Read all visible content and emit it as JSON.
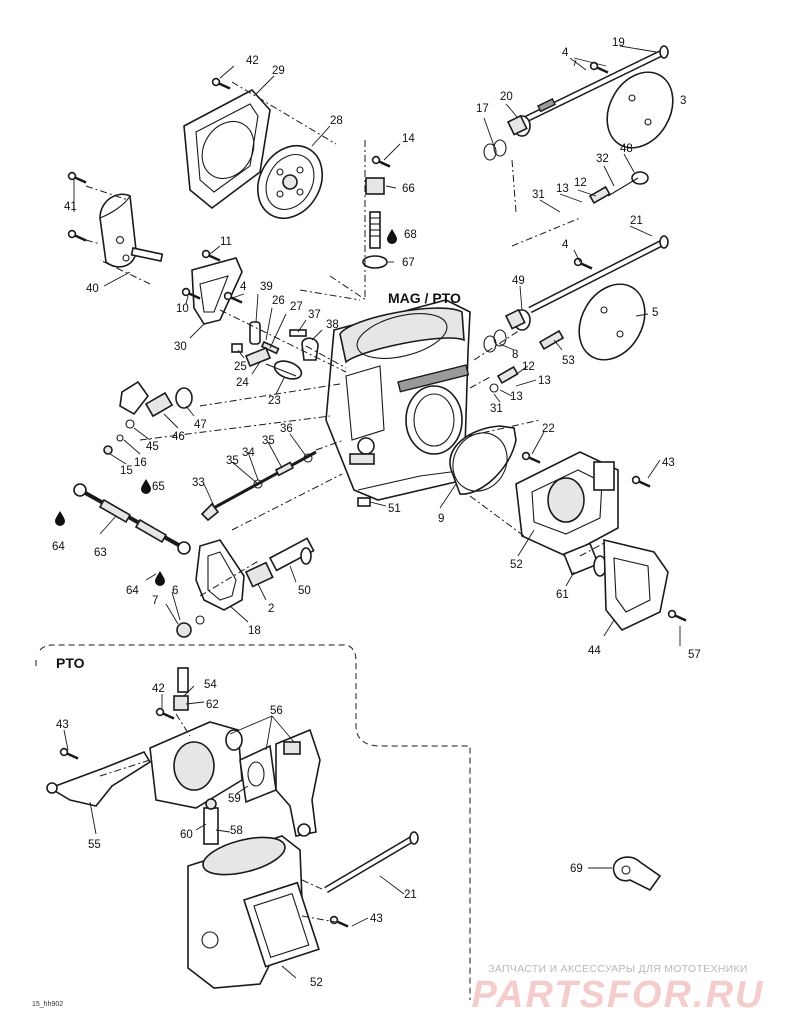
{
  "headings": {
    "main": "MAG / PTO",
    "inset": "PTO"
  },
  "figure_ref": "15_hh902",
  "watermark": {
    "tagline": "ЗАПЧАСТИ И АКСЕССУАРЫ ДЛЯ МОТОТЕХНИКИ",
    "logo": "PARTSFOR.RU"
  },
  "callouts": {
    "c42": "42",
    "c29": "29",
    "c28": "28",
    "c41": "41",
    "c40": "40",
    "c11": "11",
    "c10": "10",
    "c30": "30",
    "c4a": "4",
    "c39": "39",
    "c26": "26",
    "c27": "27",
    "c37": "37",
    "c38": "38",
    "c25": "25",
    "c24": "24",
    "c23": "23",
    "c14": "14",
    "c66": "66",
    "c68": "68",
    "c67": "67",
    "c4b": "4",
    "c19": "19",
    "c3": "3",
    "c17": "17",
    "c20": "20",
    "c32": "32",
    "c48": "48",
    "c31a": "31",
    "c13a": "13",
    "c12a": "12",
    "c21a": "21",
    "c4c": "4",
    "c49": "49",
    "c5": "5",
    "c8": "8",
    "c53": "53",
    "c12b": "12",
    "c13b": "13",
    "c31b": "31",
    "c13c": "13",
    "c47": "47",
    "c46": "46",
    "c45": "45",
    "c16": "16",
    "c15": "15",
    "c36": "36",
    "c35a": "35",
    "c34": "34",
    "c35b": "35",
    "c33": "33",
    "c22": "22",
    "c43a": "43",
    "c51": "51",
    "c9": "9",
    "c65": "65",
    "c64a": "64",
    "c63": "63",
    "c64b": "64",
    "c6": "6",
    "c7": "7",
    "c18": "18",
    "c2": "2",
    "c50": "50",
    "c52a": "52",
    "c61": "61",
    "c44": "44",
    "c57": "57",
    "c42b": "42",
    "c54": "54",
    "c62": "62",
    "c56": "56",
    "c43b": "43",
    "c59": "59",
    "c55": "55",
    "c60": "60",
    "c58": "58",
    "c21b": "21",
    "c43c": "43",
    "c69": "69",
    "c52b": "52"
  },
  "icons": {
    "sealant": "drop-icon"
  },
  "colors": {
    "line": "#1a1a1a",
    "watermark_text": "#b9b9b9",
    "watermark_logo": "#f4cccc"
  }
}
